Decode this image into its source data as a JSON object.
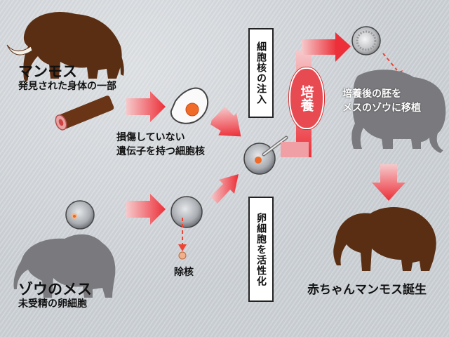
{
  "mammoth_title": "マンモス",
  "mammoth_subtitle": "発見された身体の一部",
  "damaged_nucleus_label": [
    "損傷していない",
    "遺伝子を持つ細胞核"
  ],
  "elephant_title": "ゾウのメス",
  "elephant_subtitle": "未受精の卵細胞",
  "enucleation_label": "除核",
  "injection_label": "細胞核の注入",
  "activation_label": "卵細胞を活性化",
  "culture_label": "培養",
  "transfer_label": [
    "培養後の胚を",
    "メスのゾウに移植"
  ],
  "birth_label": "赤ちゃんマンモス誕生",
  "colors": {
    "mammoth": "#5a2e12",
    "elephant": "#7a7a7e",
    "arrow": "#ee3a42",
    "nucleus": "#f06a28"
  }
}
